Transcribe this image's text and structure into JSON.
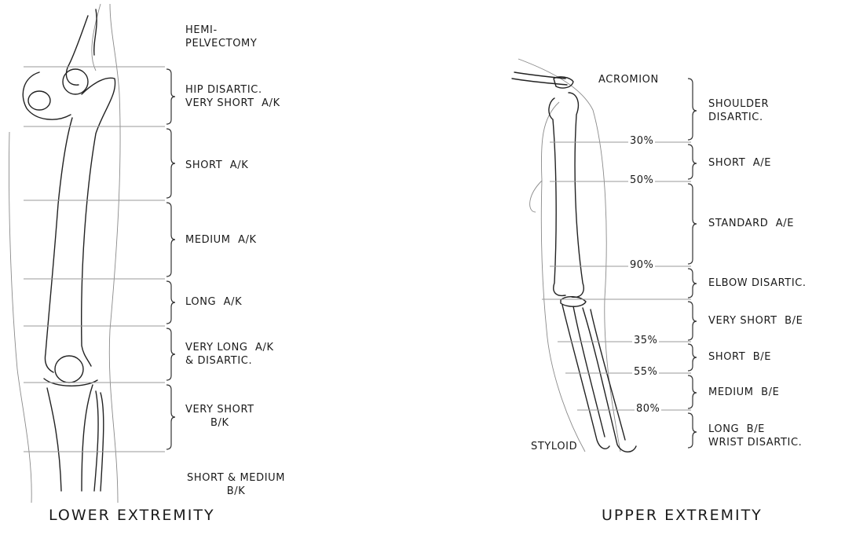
{
  "lower": {
    "caption": "LOWER EXTREMITY",
    "labels": [
      "HEMI-\nPELVECTOMY",
      "HIP DISARTIC.\nVERY SHORT  A/K",
      "SHORT  A/K",
      "MEDIUM  A/K",
      "LONG  A/K",
      "VERY LONG  A/K\n& DISARTIC.",
      "VERY SHORT\nB/K",
      "SHORT & MEDIUM\nB/K"
    ]
  },
  "upper": {
    "caption": "UPPER EXTREMITY",
    "landmarks": {
      "top": "ACROMION",
      "bottom": "STYLOID"
    },
    "percent_marks": [
      "30%",
      "50%",
      "90%",
      "35%",
      "55%",
      "80%"
    ],
    "labels": [
      "SHOULDER\nDISARTIC.",
      "SHORT  A/E",
      "STANDARD  A/E",
      "ELBOW DISARTIC.",
      "VERY SHORT  B/E",
      "SHORT  B/E",
      "MEDIUM  B/E",
      "LONG  B/E\nWRIST DISARTIC."
    ]
  }
}
